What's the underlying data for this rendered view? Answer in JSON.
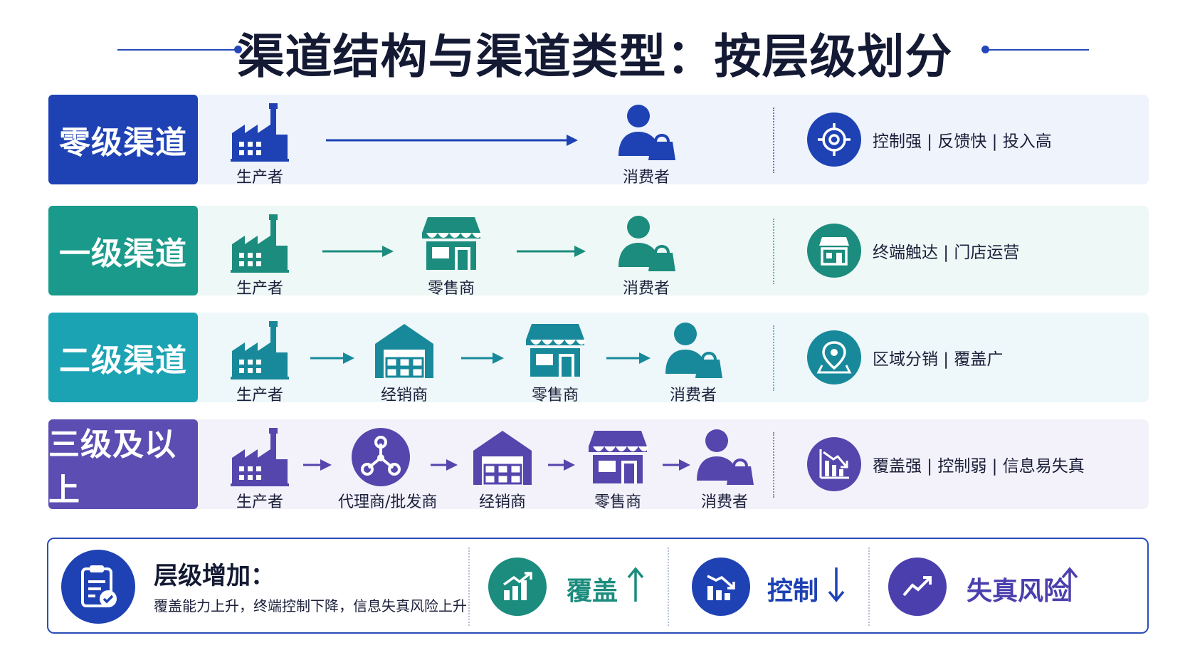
{
  "title": "渠道结构与渠道类型：按层级划分",
  "rows": [
    {
      "label": "零级渠道",
      "nodes": [
        "生产者",
        "消费者"
      ],
      "traits": "控制强 | 反馈快 | 投入高",
      "colors": {
        "label": "#1e42b4",
        "bg": "#eef3fc",
        "icon": "#1e42b4",
        "divider": "#5f79c9"
      }
    },
    {
      "label": "一级渠道",
      "nodes": [
        "生产者",
        "零售商",
        "消费者"
      ],
      "traits": "终端触达 | 门店运营",
      "colors": {
        "label": "#1a9a8a",
        "bg": "#eef8f6",
        "icon": "#1b8c7d",
        "divider": "#5fb3a8"
      }
    },
    {
      "label": "二级渠道",
      "nodes": [
        "生产者",
        "经销商",
        "零售商",
        "消费者"
      ],
      "traits": "区域分销 | 覆盖广",
      "colors": {
        "label": "#1ba3b4",
        "bg": "#eef7f9",
        "icon": "#17899b",
        "divider": "#5fb8c5"
      }
    },
    {
      "label": "三级及以上",
      "nodes": [
        "生产者",
        "代理商/批发商",
        "经销商",
        "零售商",
        "消费者"
      ],
      "traits": "覆盖强 | 控制弱 | 信息易失真",
      "colors": {
        "label": "#5b4db1",
        "bg": "#f3f2fa",
        "icon": "#5446ad",
        "divider": "#8a80c8"
      }
    }
  ],
  "summary": {
    "title": "层级增加：",
    "text": "覆盖能力上升，终端控制下降，信息失真风险上升",
    "metrics": [
      {
        "label": "覆盖",
        "direction": "up",
        "color": "#1b8c7d"
      },
      {
        "label": "控制",
        "direction": "down",
        "color": "#1e42b4"
      },
      {
        "label": "失真风险",
        "direction": "up",
        "color": "#4b3fae"
      }
    ]
  }
}
